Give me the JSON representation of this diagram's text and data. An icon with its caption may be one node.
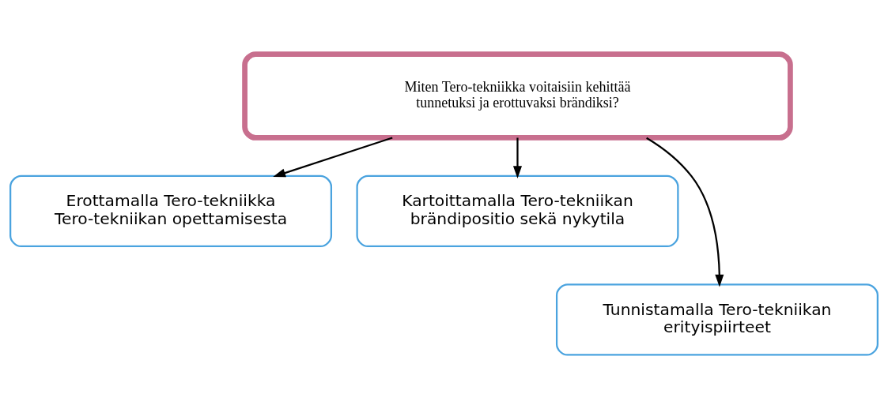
{
  "diagram": {
    "nodes": [
      {
        "text": [
          "Miten Tero-tekniikka voitaisiin kehittää tunnetuksi ja erottuvaksi brändiksi?"
        ]
      },
      {
        "text": [
          "Erottamalla Tero-tekniikka Tero-tekniikan opettamisesta"
        ]
      },
      {
        "text": [
          "Kartoittamalla Tero-tekniikan brändipositio sekä nykytila"
        ]
      },
      {
        "text": [
          "Tunnistamalla Tero-tekniikan erityispiirteet"
        ]
      }
    ],
    "edges": [
      {
        "from": 0,
        "to": 1,
        "arrow": "to"
      },
      {
        "from": 0,
        "to": 3,
        "arrow": "to"
      },
      {
        "from": 0,
        "to": 2,
        "arrow": "to"
      }
    ]
  }
}
